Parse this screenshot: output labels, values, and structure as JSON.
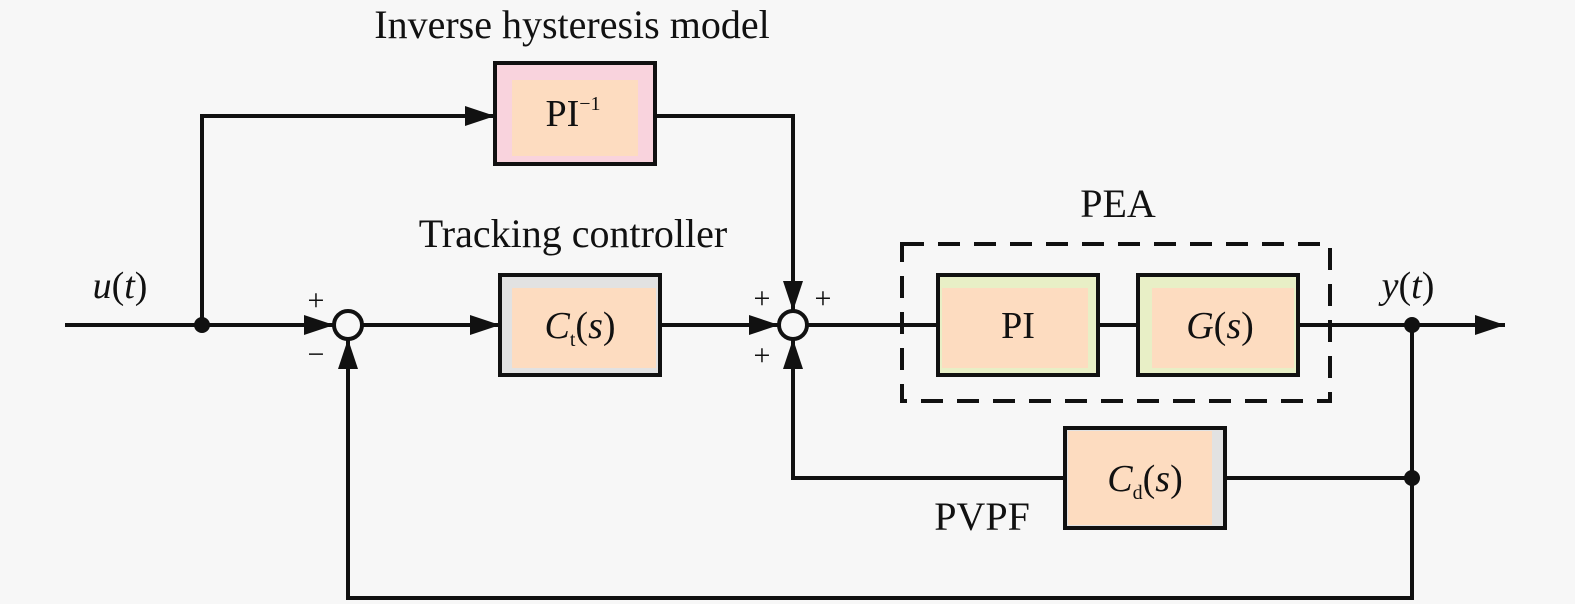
{
  "diagram": {
    "title_inverse": "Inverse hysteresis model",
    "title_tracking": "Tracking controller",
    "title_pea": "PEA",
    "title_pvpf": "PVPF",
    "input_signal": {
      "name": "u",
      "arg": "t"
    },
    "output_signal": {
      "name": "y",
      "arg": "t"
    },
    "blocks": {
      "inverse_pi": {
        "main": "PI",
        "sup": "−1"
      },
      "tracking": {
        "main": "C",
        "sub": "t",
        "arg": "s"
      },
      "pi": {
        "main": "PI"
      },
      "plant": {
        "main": "G",
        "arg": "s"
      },
      "pvpf": {
        "main": "C",
        "sub": "d",
        "arg": "s"
      }
    },
    "sum1_signs": {
      "top": "+",
      "bottom": "−"
    },
    "sum2_signs": {
      "top_left": "+",
      "top_right": "+",
      "bottom_left": "+"
    },
    "colors": {
      "block_fill": "#fddcc0",
      "inverse_border_tint": "#f9d3dd",
      "pea_block_tint": "#e8efc6",
      "line": "#111111",
      "background": "#f7f7f7"
    }
  }
}
